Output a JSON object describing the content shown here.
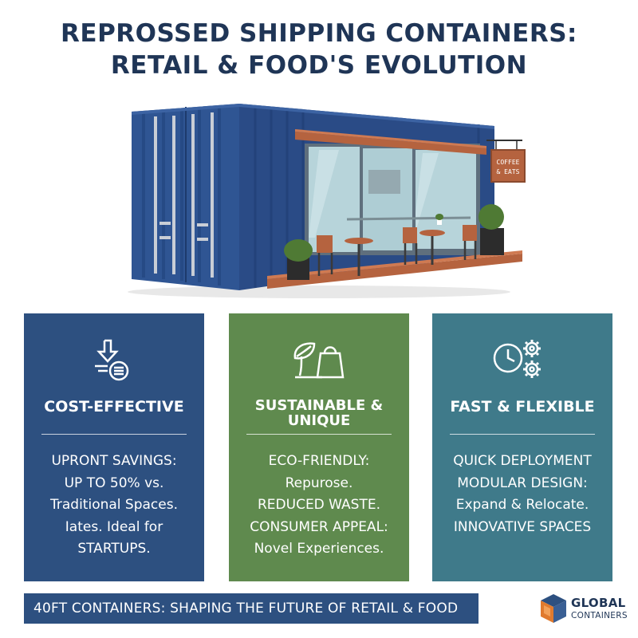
{
  "title": {
    "line1": "REPROSSED SHIPPING CONTAINERS:",
    "line2": "RETAIL & FOOD'S EVOLUTION"
  },
  "illustration": {
    "sign_line1": "COFFEE",
    "sign_line2": "& EATS"
  },
  "cards": [
    {
      "icon": "download-coin-icon",
      "heading": "COST-EFFECTIVE",
      "lines": [
        "UPRONT SAVINGS:",
        "UP TO 50% vs.",
        "Traditional Spaces.",
        "Iates. Ideal for",
        "STARTUPS."
      ],
      "color": "#2d5080"
    },
    {
      "icon": "leaf-shopping-bag-icon",
      "heading_line1": "SUSTAINABLE &",
      "heading_line2": "UNIQUE",
      "lines": [
        "ECO-FRIENDLY:",
        "Repurose.",
        "REDUCED WASTE.",
        "CONSUMER APPEAL:",
        "Novel Experiences."
      ],
      "color": "#5f8a4e"
    },
    {
      "icon": "clock-gears-icon",
      "heading": "FAST & FLEXIBLE",
      "lines": [
        "QUICK DEPLOYMENT",
        "MODULAR DESIGN:",
        "Expand & Relocate.",
        "INNOVATIVE SPACES"
      ],
      "color": "#3f7a8a"
    }
  ],
  "footer": {
    "banner": "40FT CONTAINERS: SHAPING THE FUTURE OF RETAIL & FOOD",
    "brand_line1": "GLOBAL",
    "brand_line2": "CONTAINERS"
  }
}
